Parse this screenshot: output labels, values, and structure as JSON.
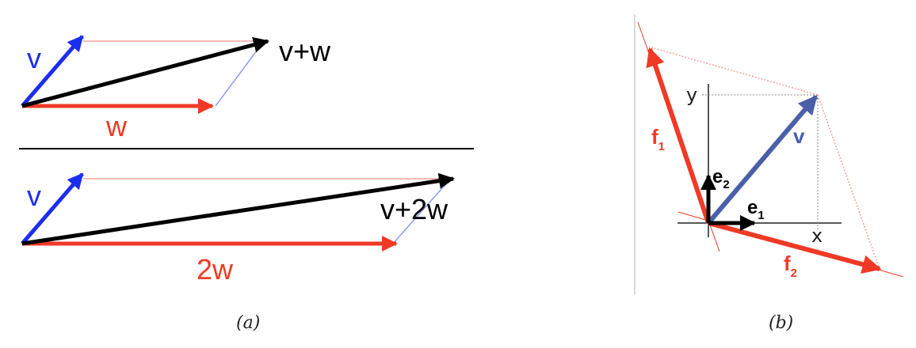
{
  "panel_a": {
    "top": {
      "v_label": "v",
      "w_label": "w",
      "sum_label": "v+w"
    },
    "bottom": {
      "v_label": "v",
      "w_label": "2w",
      "sum_label": "v+2w"
    },
    "caption": "(a)"
  },
  "panel_b": {
    "v_label": "v",
    "f1_label": "f",
    "f1_sub": "1",
    "f2_label": "f",
    "f2_sub": "2",
    "e1_label": "e",
    "e1_sub": "1",
    "e2_label": "e",
    "e2_sub": "2",
    "x_label": "x",
    "y_label": "y",
    "caption": "(b)"
  },
  "colors": {
    "blue": "#1c2ef0",
    "red": "#f03a26",
    "black": "#000000",
    "light_red": "#f4a49a",
    "light_blue": "#8f9bf2",
    "steel_blue": "#4a5fa8",
    "grid": "#888888"
  }
}
